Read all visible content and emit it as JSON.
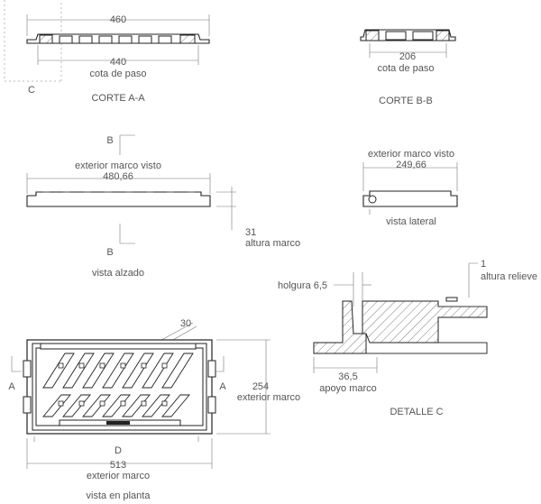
{
  "corte_aa": {
    "dim_top": "460",
    "dim_bottom": "440",
    "dim_bottom_label": "cota de paso",
    "detail_marker": "C",
    "title": "CORTE A-A"
  },
  "corte_bb": {
    "dim": "206",
    "dim_label": "cota de paso",
    "title": "CORTE B-B"
  },
  "vista_alzado": {
    "section_top": "B",
    "section_bottom": "B",
    "dim_label": "exterior marco visto",
    "dim_value": "480,66",
    "height_value": "31",
    "height_label": "altura marco",
    "title": "vista alzado"
  },
  "vista_lateral": {
    "dim_label": "exterior marco visto",
    "dim_value": "249,66",
    "title": "vista lateral"
  },
  "detalle_c": {
    "holgura": "holgura  6,5",
    "relieve_value": "1",
    "relieve_label": "altura relieve",
    "apoyo_value": "36,5",
    "apoyo_label": "apoyo marco",
    "title": "DETALLE C"
  },
  "vista_planta": {
    "angle": "30",
    "height_value": "254",
    "height_label": "exterior marco",
    "section_left": "A",
    "section_right": "A",
    "section_bottom": "D",
    "width_value": "513",
    "width_label": "exterior marco",
    "title": "vista en planta"
  }
}
